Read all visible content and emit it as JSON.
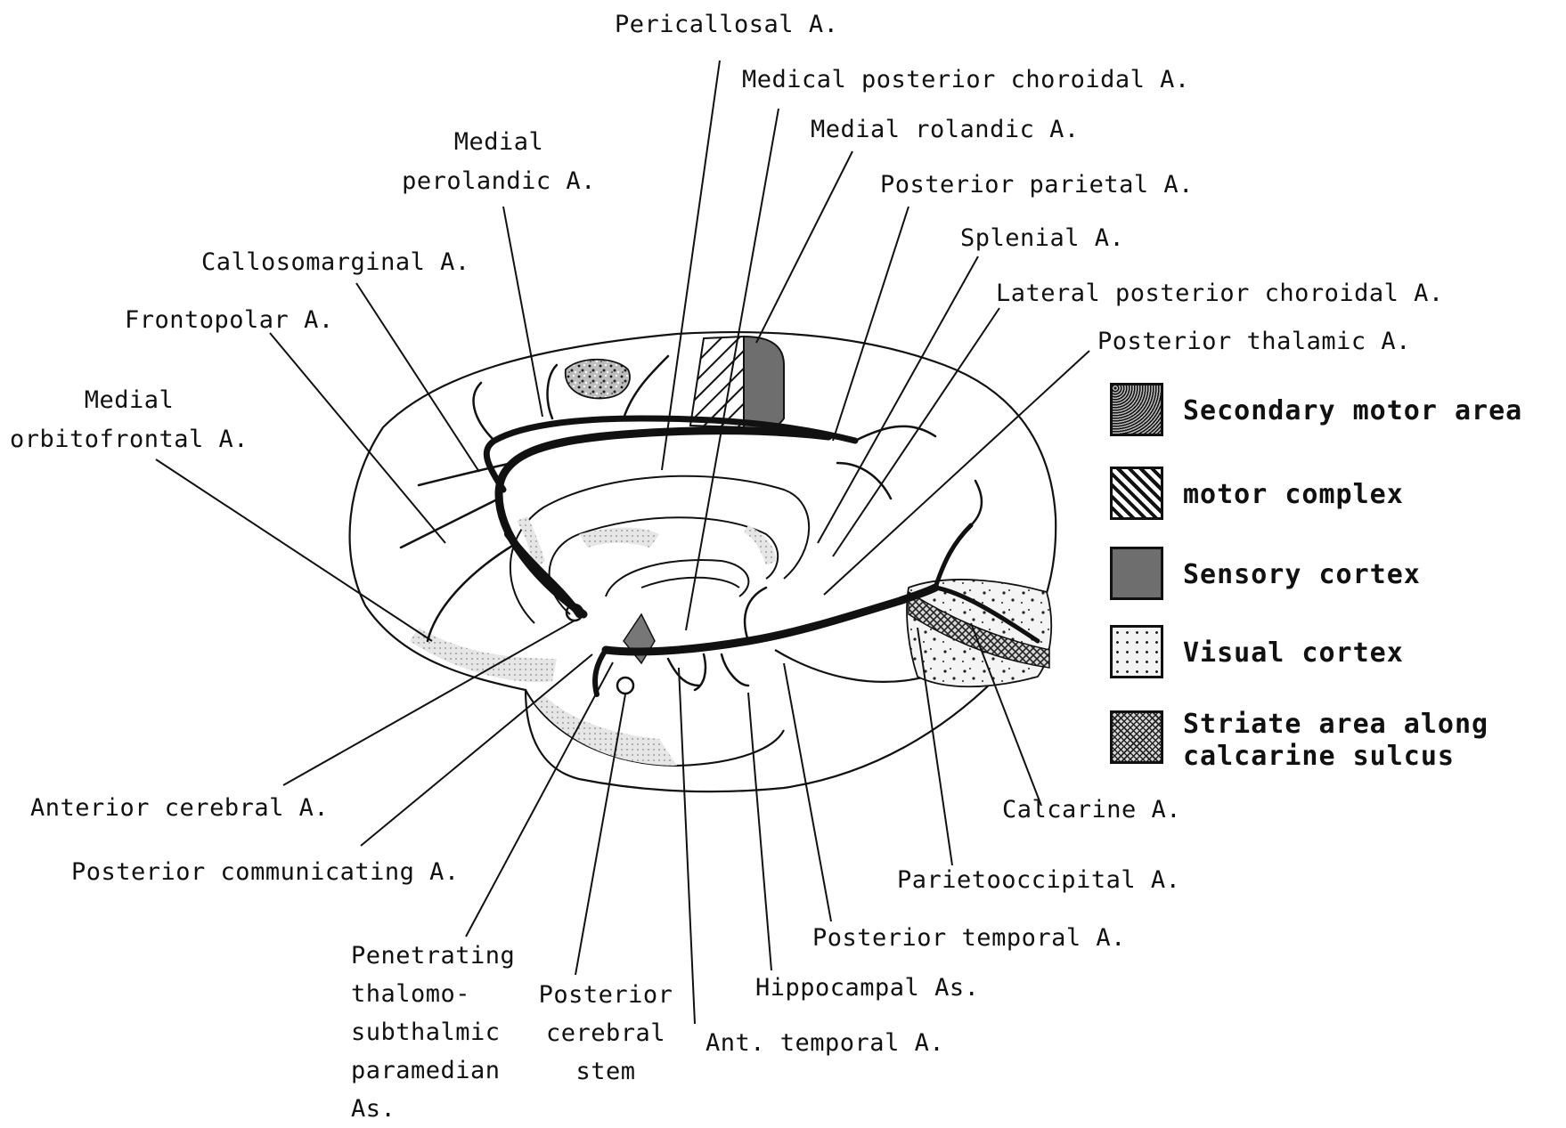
{
  "labels": {
    "pericallosal": "Pericallosal A.",
    "medical_posterior_choroidal": "Medical posterior choroidal A.",
    "medial_rolandic": "Medial rolandic A.",
    "medial_perolandic": [
      "Medial",
      "perolandic A."
    ],
    "posterior_parietal": "Posterior parietal A.",
    "splenial": "Splenial A.",
    "callosomarginal": "Callosomarginal A.",
    "lateral_posterior_choroidal": "Lateral posterior choroidal A.",
    "frontopolar": "Frontopolar A.",
    "posterior_thalamic": "Posterior thalamic A.",
    "medial_orbitofrontal": [
      "Medial",
      "orbitofrontal A."
    ],
    "anterior_cerebral": "Anterior cerebral A.",
    "posterior_communicating": "Posterior communicating A.",
    "penetrating": [
      "Penetrating",
      "thalomo-",
      "subthalmic",
      "paramedian",
      "As."
    ],
    "posterior_cerebral_stem": [
      "Posterior",
      "cerebral",
      "stem"
    ],
    "ant_temporal": "Ant. temporal A.",
    "hippocampal": "Hippocampal As.",
    "posterior_temporal": "Posterior temporal A.",
    "parietooccipital": "Parietooccipital A.",
    "calcarine": "Calcarine A."
  },
  "legend": [
    {
      "key": "secondary_motor",
      "text": [
        "Secondary motor area"
      ],
      "pattern": "speckle"
    },
    {
      "key": "motor_complex",
      "text": [
        "motor complex"
      ],
      "pattern": "diagonal"
    },
    {
      "key": "sensory_cortex",
      "text": [
        "Sensory cortex"
      ],
      "pattern": "dark"
    },
    {
      "key": "visual_cortex",
      "text": [
        "Visual cortex"
      ],
      "pattern": "dots"
    },
    {
      "key": "striate_area",
      "text": [
        "Striate area along",
        "calcarine sulcus"
      ],
      "pattern": "crosshatch"
    }
  ],
  "colors": {
    "ink": "#111111",
    "sensory_fill": "#6e6e6e",
    "paper": "#ffffff"
  }
}
